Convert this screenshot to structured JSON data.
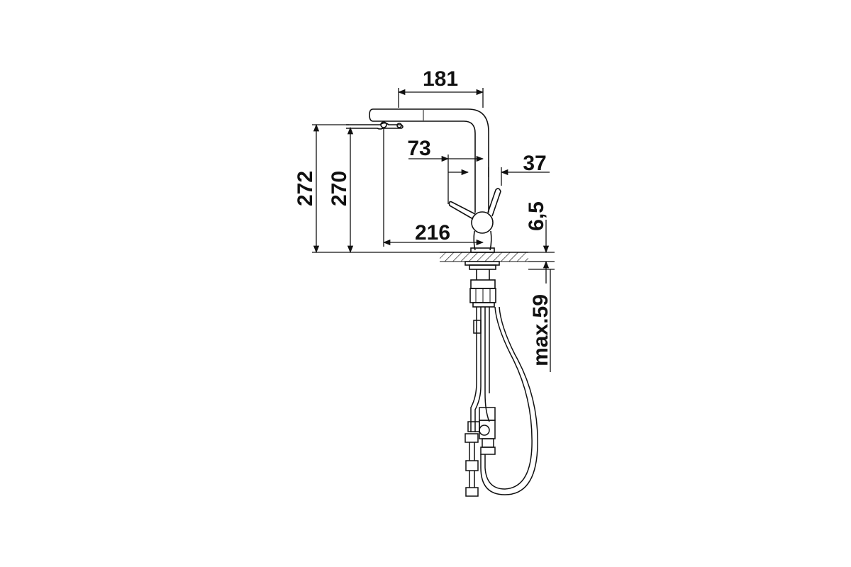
{
  "dimensions": {
    "top_reach": "181",
    "handle_offset": "73",
    "handle_width": "37",
    "total_height": "272",
    "spout_height": "270",
    "spout_reach": "216",
    "base_height": "6,5",
    "max_counter_thickness": "max.59"
  },
  "colors": {
    "line": "#111111",
    "background": "#ffffff"
  }
}
